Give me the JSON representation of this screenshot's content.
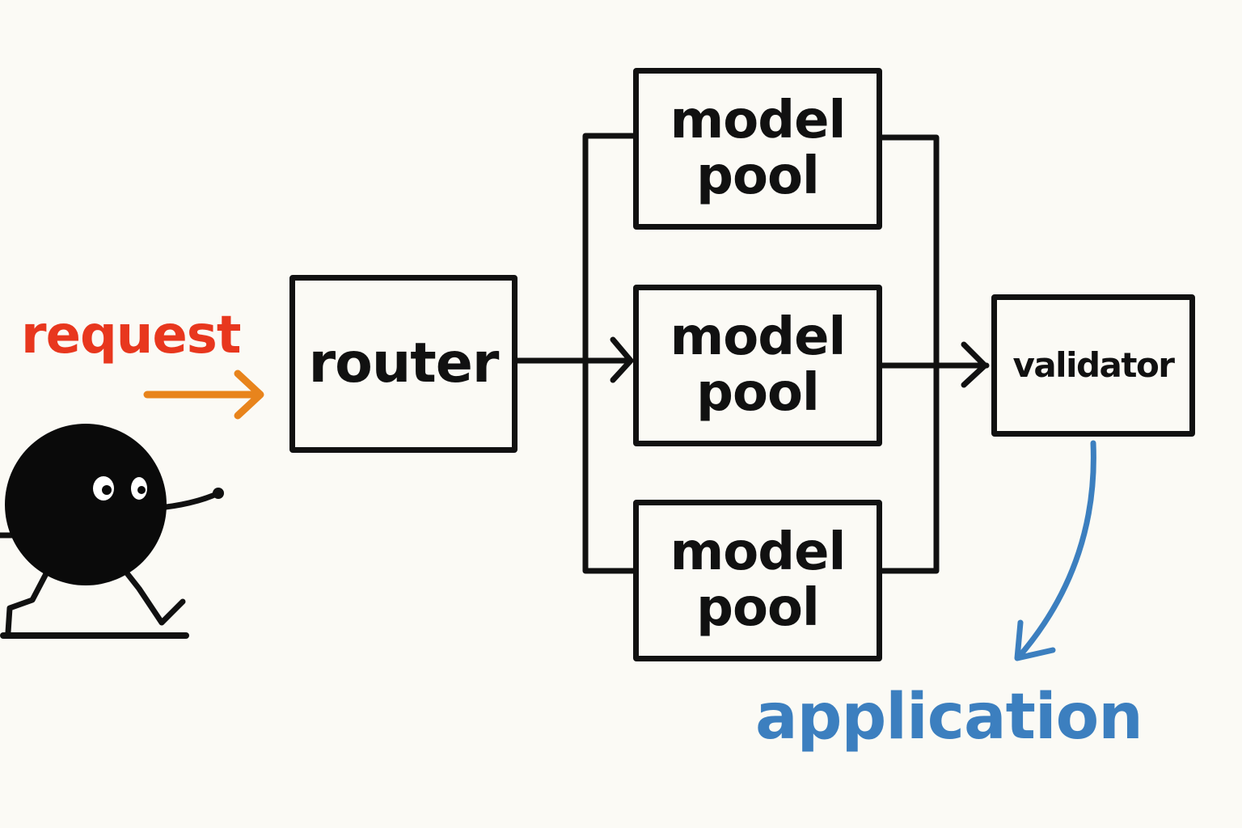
{
  "diagram": {
    "nodes": {
      "router": {
        "label": "router"
      },
      "model_pools": [
        {
          "line1": "model",
          "line2": "pool"
        },
        {
          "line1": "model",
          "line2": "pool"
        },
        {
          "line1": "model",
          "line2": "pool"
        }
      ],
      "validator": {
        "label": "validator"
      }
    },
    "labels": {
      "request": "request",
      "application": "application"
    },
    "edges": [
      {
        "from": "request",
        "to": "router"
      },
      {
        "from": "router",
        "to": "model_pools"
      },
      {
        "from": "model_pools",
        "to": "validator"
      },
      {
        "from": "validator",
        "to": "application"
      }
    ],
    "colors": {
      "ink": "#111111",
      "request": "#e8371e",
      "request_arrow": "#e8841c",
      "application": "#3c7fbf",
      "background": "#fbfaf5"
    },
    "icons": {
      "character": "walking-ball-character-icon"
    }
  }
}
